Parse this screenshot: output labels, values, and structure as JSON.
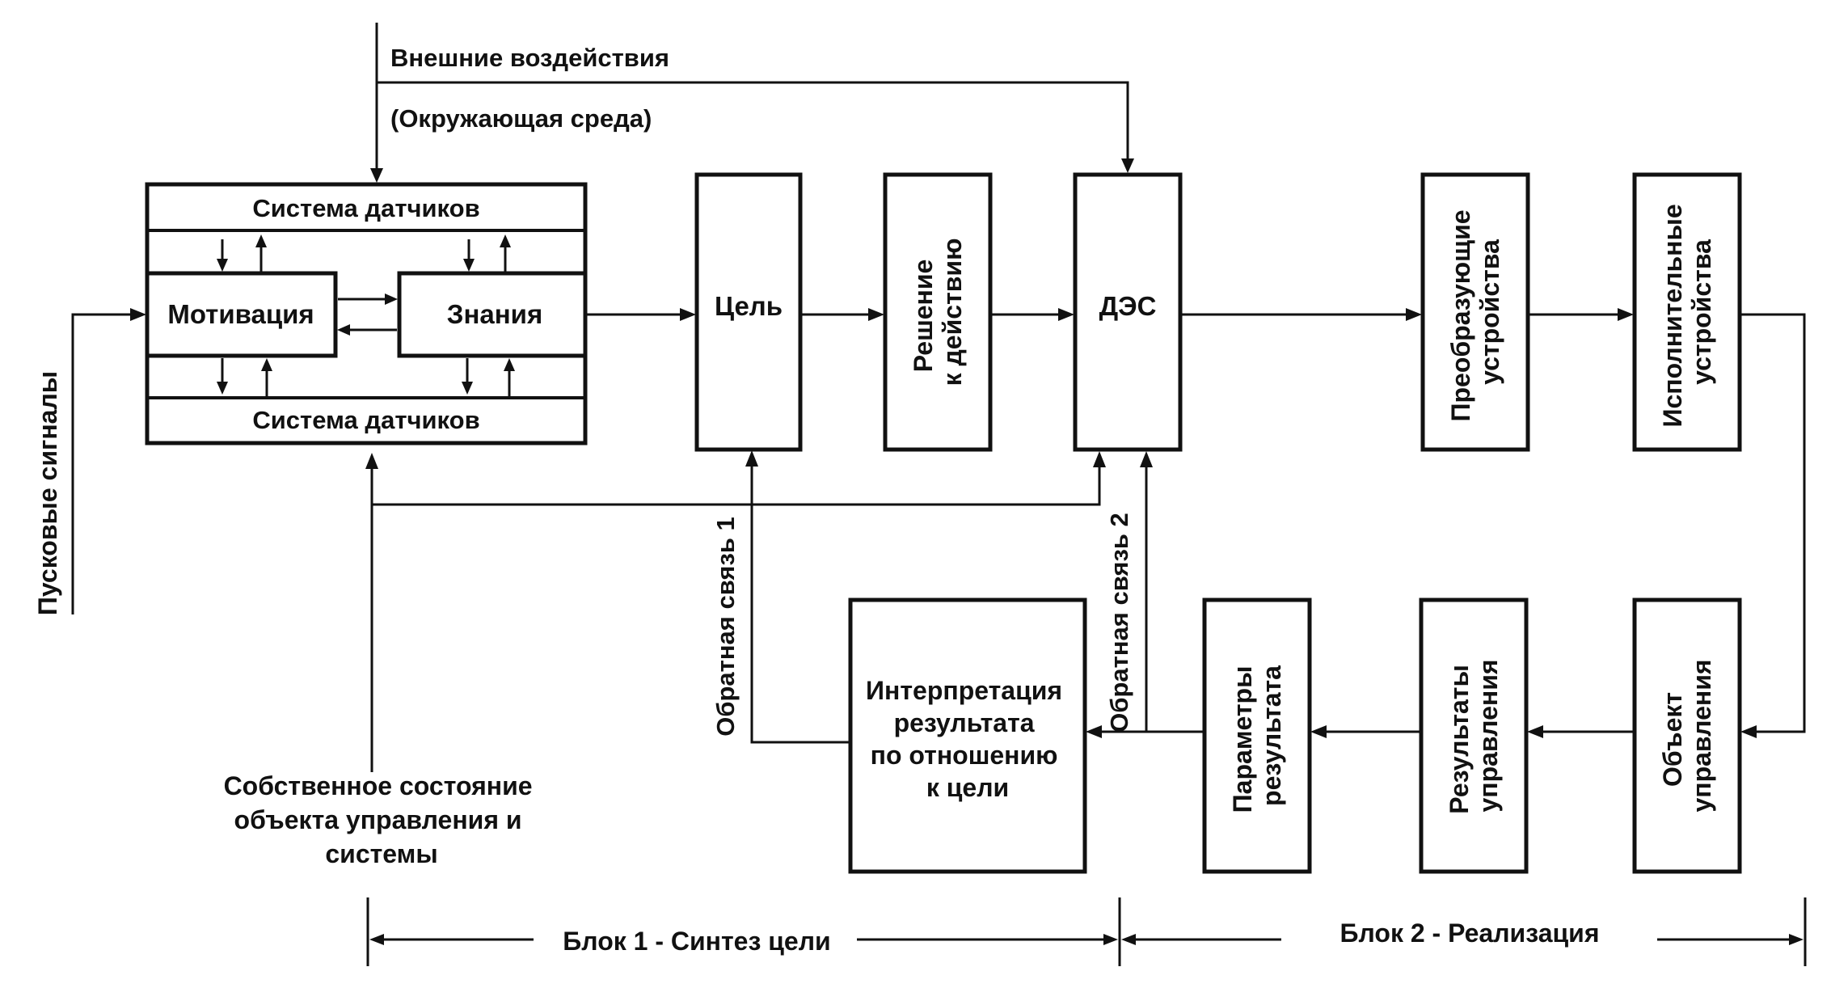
{
  "external": {
    "line1": "Внешние воздействия",
    "line2": "(Окружающая среда)"
  },
  "blocks": {
    "sensors_top": "Система датчиков",
    "sensors_bottom": "Система датчиков",
    "motivation": "Мотивация",
    "knowledge": "Знания",
    "goal": "Цель",
    "decision": [
      "Решение",
      "к действию"
    ],
    "des": "ДЭС",
    "converters": [
      "Преобразующие",
      "устройства"
    ],
    "actuators": [
      "Исполнительные",
      "устройства"
    ],
    "interpretation": [
      "Интерпретация",
      "результата",
      "по отношению",
      "к цели"
    ],
    "result_params": [
      "Параметры",
      "результата"
    ],
    "control_results": [
      "Результаты",
      "управления"
    ],
    "control_object": [
      "Объект",
      "управления"
    ]
  },
  "signals": {
    "start": "Пусковые    сигналы",
    "feedback1": "Обратная связь 1",
    "feedback2": "Обратная связь 2"
  },
  "own_state": [
    "Собственное состояние",
    "объекта управления и",
    "системы"
  ],
  "span": {
    "block1": "Блок 1 - Синтез цели",
    "block2": "Блок 2 - Реализация"
  }
}
